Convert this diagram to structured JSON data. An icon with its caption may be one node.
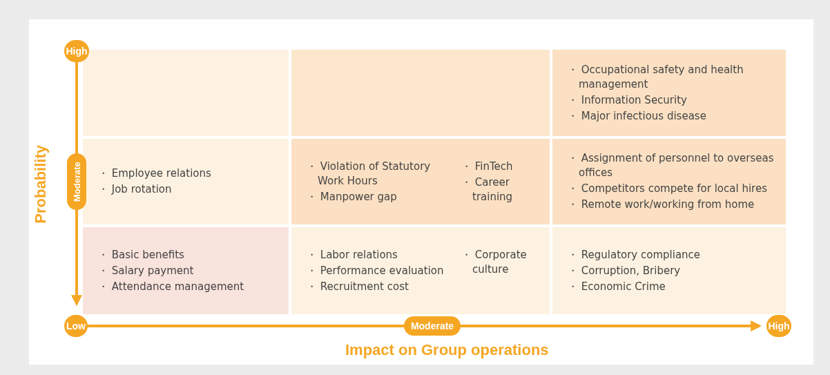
{
  "diagram": {
    "nodes": [
      {
        "text": [],
        "shape": "box"
      },
      {
        "text": [],
        "shape": "box"
      },
      {
        "text": [
          "・ Occupational safety and health management",
          "・ Information Security",
          "・ Major infectious disease"
        ]
      },
      {
        "text": [
          "・ Employee relations",
          "・ Job rotation"
        ]
      },
      {
        "text": [
          "・ Violation of Statutory Work Hours",
          "・ Manpower gap",
          "・ FinTech",
          "・ Career training"
        ]
      },
      {
        "text": [
          "・ Assignment of personnel to overseas offices",
          "・ Competitors compete for local hires",
          "・ Remote work/working from home"
        ]
      },
      {
        "text": [
          "・ Basic benefits",
          "・ Salary payment",
          "・ Attendance management"
        ]
      },
      {
        "text": [
          "・ Labor relations",
          "・ Performance evaluation",
          "・ Recruitment cost",
          "・ Corporate culture"
        ]
      },
      {
        "text": [
          "・ Regulatory compliance",
          "・ Corruption, Bribery",
          "・ Economic Crime"
        ]
      }
    ],
    "edges": [],
    "labels": [
      "High",
      "Probability",
      "Moderate",
      "Low",
      "Moderate",
      "High",
      "Impact on Group operations"
    ]
  }
}
